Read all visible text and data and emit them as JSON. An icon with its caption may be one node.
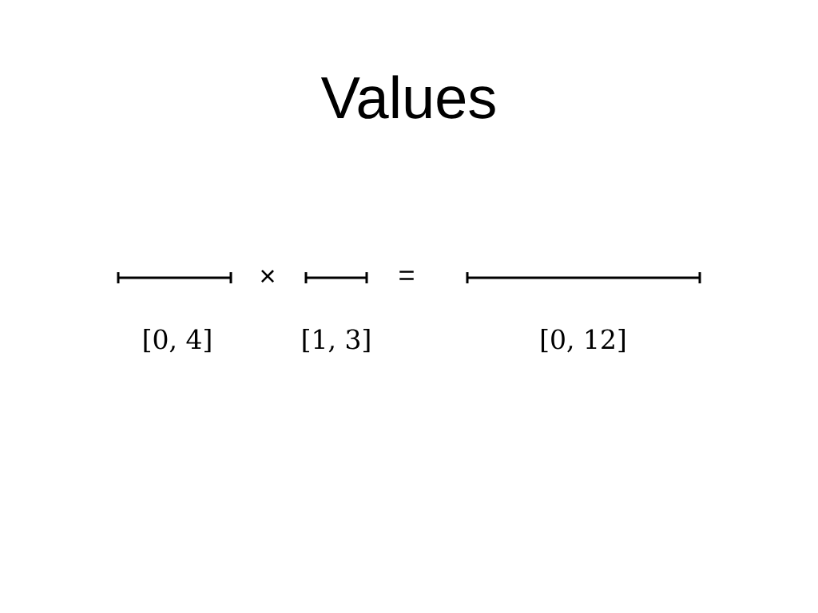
{
  "diagram": {
    "title": "Values",
    "labels": [
      "×",
      "=",
      "[0, 4]",
      "[1, 3]",
      "[0, 12]"
    ]
  }
}
